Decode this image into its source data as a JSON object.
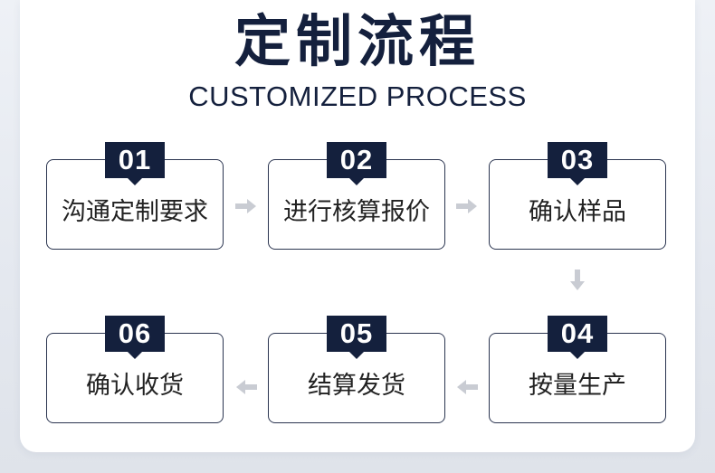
{
  "header": {
    "title": "定制流程",
    "subtitle": "CUSTOMIZED PROCESS"
  },
  "steps": [
    {
      "number": "01",
      "label": "沟通定制要求"
    },
    {
      "number": "02",
      "label": "进行核算报价"
    },
    {
      "number": "03",
      "label": "确认样品"
    },
    {
      "number": "04",
      "label": "按量生产"
    },
    {
      "number": "05",
      "label": "结算发货"
    },
    {
      "number": "06",
      "label": "确认收货"
    }
  ],
  "colors": {
    "accent": "#14203d",
    "arrow": "#c9ccd3",
    "border": "#2b3550"
  },
  "icons": {
    "flow_arrow": "arrow-icon"
  }
}
